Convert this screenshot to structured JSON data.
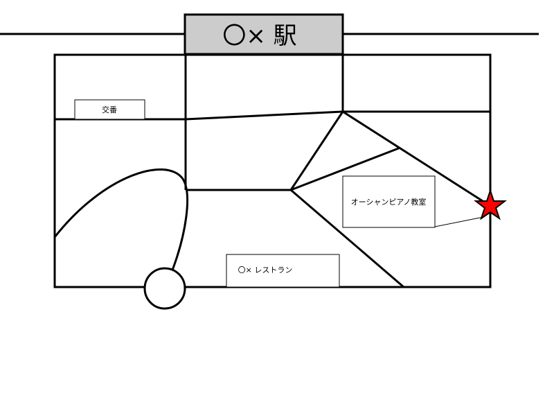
{
  "map": {
    "station": {
      "name": "〇× 駅"
    },
    "landmarks": {
      "police_box": "交番",
      "piano_school": "オーシャンピアノ教室",
      "restaurant": "〇× レストラン"
    },
    "destination_marker": {
      "icon": "star-icon",
      "color": "#ff0000"
    },
    "station_fill_color": "#cccccc",
    "line_color": "#000000"
  }
}
